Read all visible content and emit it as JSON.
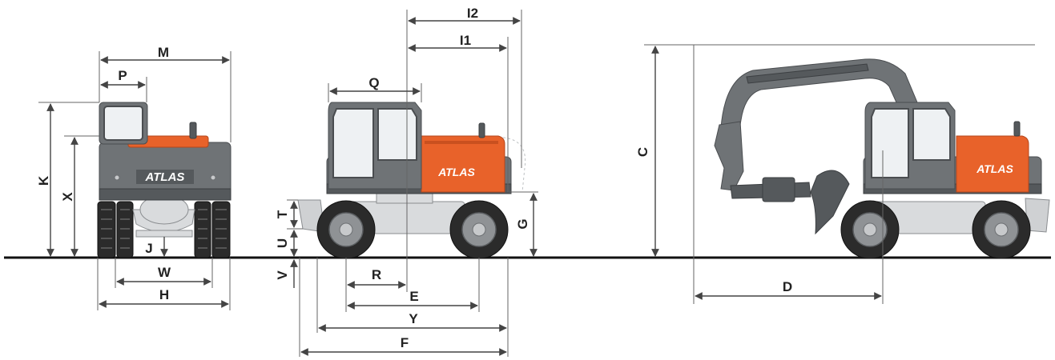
{
  "diagram": {
    "brand_text": "ATLAS",
    "colors": {
      "body": "#6f7376",
      "accent": "#e8622a",
      "tyre": "#2b2b2b",
      "ground": "#111111",
      "dimension": "#444444"
    },
    "views": {
      "rear": {
        "labels": {
          "M": "M",
          "P": "P",
          "K": "K",
          "X": "X",
          "J": "J",
          "W": "W",
          "H": "H"
        }
      },
      "side": {
        "labels": {
          "I2": "I2",
          "I1": "I1",
          "Q": "Q",
          "T": "T",
          "U": "U",
          "V": "V",
          "G": "G",
          "R": "R",
          "E": "E",
          "Y": "Y",
          "F": "F"
        }
      },
      "working": {
        "labels": {
          "C": "C",
          "D": "D"
        }
      }
    }
  }
}
